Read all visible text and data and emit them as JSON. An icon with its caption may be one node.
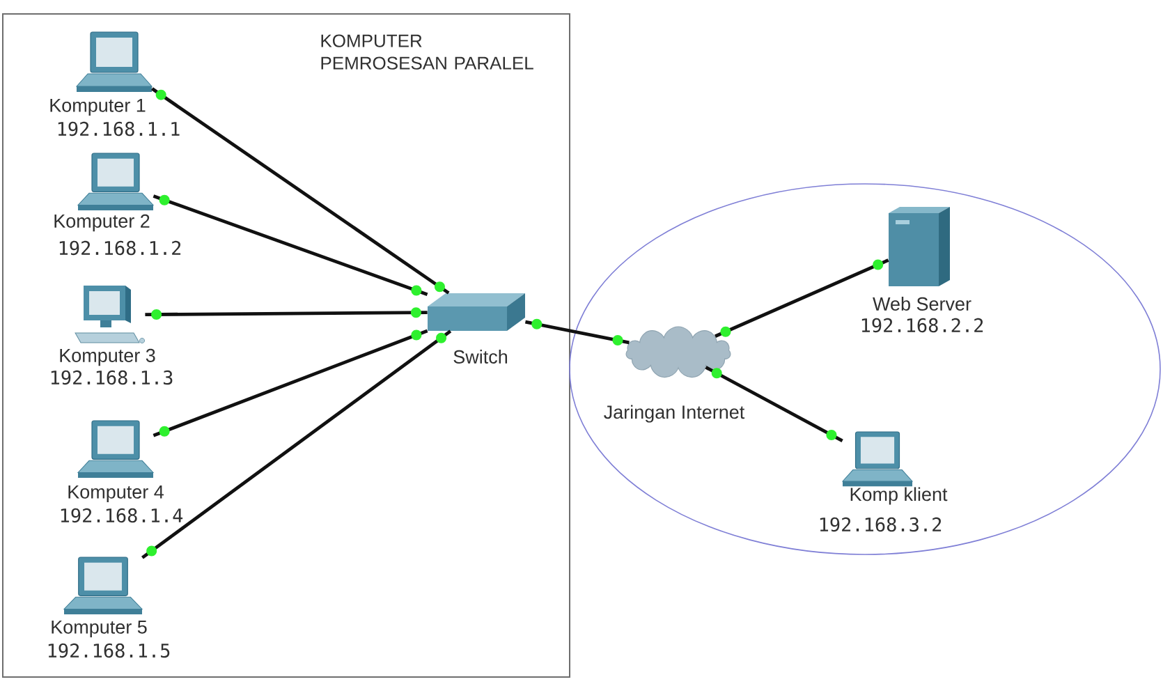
{
  "diagram": {
    "nodes": [
      {
        "text": [
          "KOMPUTER PEMROSESAN PARALEL"
        ]
      },
      {
        "text": [
          "Komputer 1",
          "192.168.1.1"
        ],
        "in": 0
      },
      {
        "text": [
          "Komputer 2",
          "192.168.1.2"
        ],
        "in": 0
      },
      {
        "text": [
          "Komputer 3",
          "192.168.1.3"
        ],
        "in": 0
      },
      {
        "text": [
          "Komputer 4",
          "192.168.1.4"
        ],
        "in": 0
      },
      {
        "text": [
          "Komputer 5",
          "192.168.1.5"
        ],
        "in": 0
      },
      {
        "text": [
          "Switch"
        ],
        "in": 0
      },
      {
        "text": [],
        "shape": "ellipse"
      },
      {
        "text": [
          "Jaringan Internet"
        ],
        "in": 7
      },
      {
        "text": [
          "Web Server",
          "192.168.2.2"
        ],
        "in": 7
      },
      {
        "text": [
          "Komp klient",
          "192.168.3.2"
        ],
        "in": 7
      }
    ],
    "edges": [
      {
        "from": 1,
        "to": 6,
        "arrow": "other"
      },
      {
        "from": 2,
        "to": 6,
        "arrow": "other"
      },
      {
        "from": 3,
        "to": 6,
        "arrow": "other"
      },
      {
        "from": 4,
        "to": 6,
        "arrow": "other"
      },
      {
        "from": 5,
        "to": 6,
        "arrow": "other"
      },
      {
        "from": 6,
        "to": 8,
        "arrow": "other"
      },
      {
        "from": 8,
        "to": 9,
        "arrow": "other"
      },
      {
        "from": 8,
        "to": 10,
        "arrow": "other"
      }
    ]
  }
}
